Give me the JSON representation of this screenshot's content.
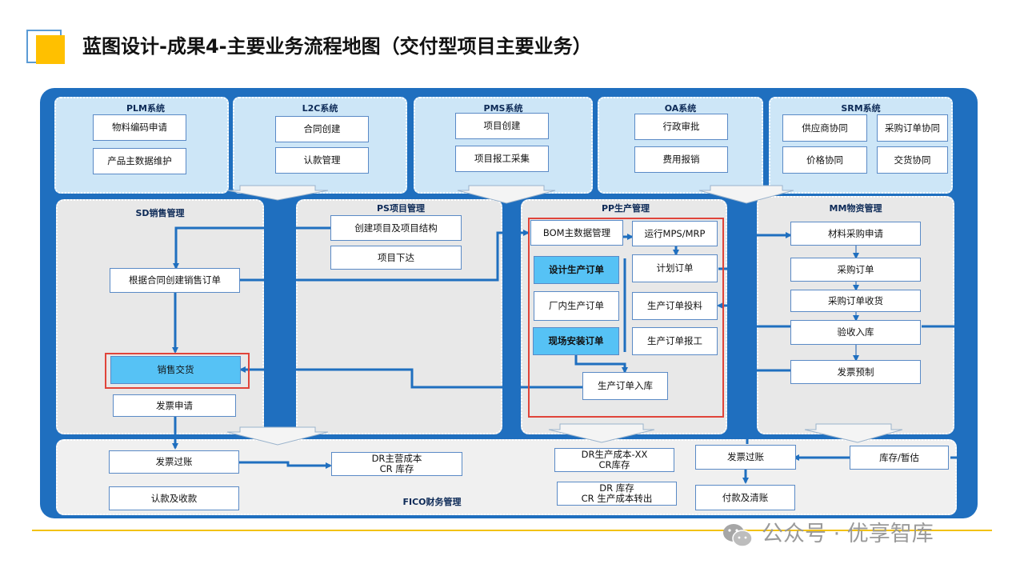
{
  "title": "蓝图设计-成果4-主要业务流程地图（交付型项目主要业务）",
  "colors": {
    "frame": "#1f6fbf",
    "accent": "#ffc000",
    "highlight": "#56c2f5",
    "redbox": "#e0443a",
    "footer_line": "#f2c211"
  },
  "panels": {
    "plm": {
      "title": "PLM系统",
      "items": [
        "物料编码申请",
        "产品主数据维护"
      ]
    },
    "l2c": {
      "title": "L2C系统",
      "items": [
        "合同创建",
        "认款管理"
      ]
    },
    "pms": {
      "title": "PMS系统",
      "items": [
        "项目创建",
        "项目报工采集"
      ]
    },
    "oa": {
      "title": "OA系统",
      "items": [
        "行政审批",
        "费用报销"
      ]
    },
    "srm": {
      "title": "SRM系统",
      "items": [
        "供应商协同",
        "采购订单协同",
        "价格协同",
        "交货协同"
      ]
    },
    "sd": {
      "title": "SD销售管理",
      "items": [
        "根据合同创建销售订单",
        "销售交货",
        "发票申请"
      ]
    },
    "ps": {
      "title": "PS项目管理",
      "items": [
        "创建项目及项目结构",
        "项目下达"
      ]
    },
    "pp": {
      "title": "PP生产管理",
      "items": [
        "BOM主数据管理",
        "运行MPS/MRP",
        "设计生产订单",
        "计划订单",
        "厂内生产订单",
        "生产订单投料",
        "现场安装订单",
        "生产订单报工",
        "生产订单入库"
      ]
    },
    "mm": {
      "title": "MM物资管理",
      "items": [
        "材料采购申请",
        "采购订单",
        "采购订单收货",
        "验收入库",
        "发票预制"
      ]
    },
    "fico": {
      "title": "FICO财务管理",
      "items": [
        "发票过账",
        "认款及收款",
        "DR主营成本\nCR 库存",
        "DR生产成本-XX\nCR库存",
        "DR 库存\nCR 生产成本转出",
        "发票过账",
        "付款及清账",
        "库存/暂估"
      ]
    }
  },
  "watermark": {
    "icon": "wechat-icon",
    "text": "公众号 · 优享智库"
  }
}
